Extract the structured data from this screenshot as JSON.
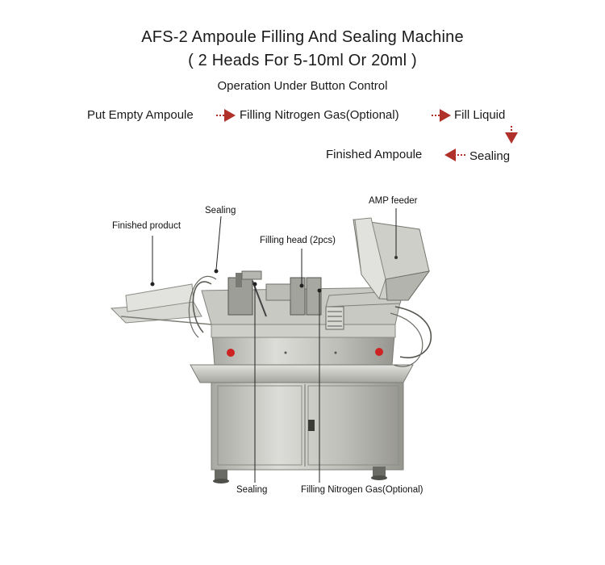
{
  "header": {
    "title_line1": "AFS-2 Ampoule Filling And Sealing Machine",
    "title_line2": "( 2 Heads For 5-10ml Or 20ml )",
    "subtitle": "Operation Under Button Control"
  },
  "flow": {
    "step1": "Put Empty Ampoule",
    "step2": "Filling Nitrogen Gas(Optional)",
    "step3": "Fill Liquid",
    "step4": "Sealing",
    "step5": "Finished Ampoule",
    "arrow_color": "#b0302a"
  },
  "labels": {
    "finished_product": "Finished product",
    "sealing_top": "Sealing",
    "filling_head": "Filling head (2pcs)",
    "amp_feeder": "AMP feeder",
    "sealing_bottom": "Sealing",
    "filling_nitrogen": "Filling Nitrogen Gas(Optional)"
  },
  "colors": {
    "steel_light": "#d6d6d2",
    "steel_mid": "#b3b3ae",
    "steel_dark": "#85857f",
    "button_red": "#cc2222"
  }
}
